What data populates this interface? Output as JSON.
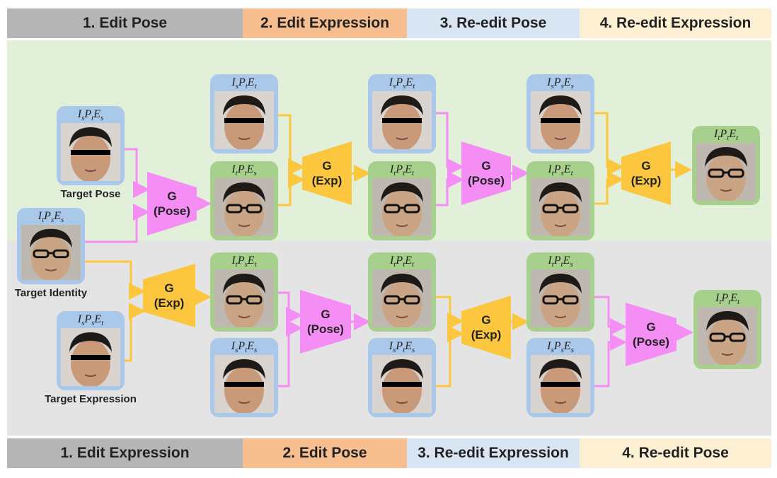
{
  "top_headers": [
    {
      "label": "1. Edit Pose",
      "color": "#b5b5b5"
    },
    {
      "label": "2. Edit Expression",
      "color": "#f7bf8f"
    },
    {
      "label": "3. Re-edit Pose",
      "color": "#d8e6f3"
    },
    {
      "label": "4. Re-edit Expression",
      "color": "#fdefd1"
    }
  ],
  "bottom_headers": [
    {
      "label": "1. Edit Expression",
      "color": "#b5b5b5"
    },
    {
      "label": "2. Edit Pose",
      "color": "#f7bf8f"
    },
    {
      "label": "3. Re-edit Expression",
      "color": "#d8e6f3"
    },
    {
      "label": "4. Re-edit Pose",
      "color": "#fdefd1"
    }
  ],
  "captions": {
    "target_pose": "Target Pose",
    "target_identity": "Target Identity",
    "target_expression": "Target Expression"
  },
  "generators": {
    "g": "G",
    "pose": "(Pose)",
    "exp": "(Exp)"
  },
  "card_labels": {
    "target_pose": [
      "I",
      "s",
      "P",
      "t",
      "E",
      "s"
    ],
    "target_identity": [
      "I",
      "t",
      "P",
      "s",
      "E",
      "s"
    ],
    "target_expression": [
      "I",
      "s",
      "P",
      "s",
      "E",
      "t"
    ],
    "top_c2_upper": [
      "I",
      "s",
      "P",
      "t",
      "E",
      "t"
    ],
    "top_c2_lower": [
      "I",
      "t",
      "P",
      "t",
      "E",
      "s"
    ],
    "top_c3_upper": [
      "I",
      "s",
      "P",
      "s",
      "E",
      "t"
    ],
    "top_c3_lower": [
      "I",
      "t",
      "P",
      "t",
      "E",
      "t"
    ],
    "top_c4_upper": [
      "I",
      "s",
      "P",
      "s",
      "E",
      "s"
    ],
    "top_c4_lower": [
      "I",
      "t",
      "P",
      "s",
      "E",
      "t"
    ],
    "top_final": [
      "I",
      "t",
      "P",
      "t",
      "E",
      "t"
    ],
    "bot_c2_upper": [
      "I",
      "t",
      "P",
      "s",
      "E",
      "t"
    ],
    "bot_c2_lower": [
      "I",
      "s",
      "P",
      "t",
      "E",
      "s"
    ],
    "bot_c3_upper": [
      "I",
      "t",
      "P",
      "t",
      "E",
      "t"
    ],
    "bot_c3_lower": [
      "I",
      "s",
      "P",
      "t",
      "E",
      "s"
    ],
    "bot_c4_upper": [
      "I",
      "t",
      "P",
      "t",
      "E",
      "s"
    ],
    "bot_c4_lower": [
      "I",
      "s",
      "P",
      "s",
      "E",
      "s"
    ],
    "bot_final": [
      "I",
      "t",
      "P",
      "t",
      "E",
      "t"
    ]
  },
  "colors": {
    "top_band": "#e2efd9",
    "bottom_band": "#e4e4e4",
    "source_card": "#a9c8ea",
    "identity_card": "#a8d08d",
    "pose_generator": "#f48ef4",
    "exp_generator": "#fcc73f",
    "pose_arrow": "#f48ef4",
    "exp_arrow": "#fcc73f"
  }
}
